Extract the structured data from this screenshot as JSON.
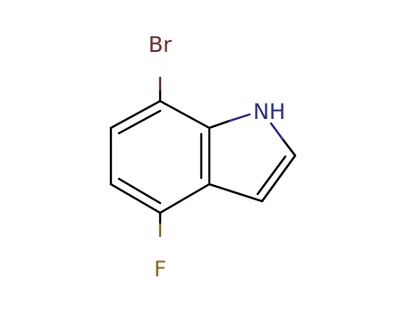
{
  "molecule": {
    "atoms": {
      "bromine": {
        "label": "Br",
        "color": "#6b2d2d"
      },
      "nitrogen": {
        "label": "NH",
        "color": "#2b2a8c"
      },
      "fluorine": {
        "label": "F",
        "color": "#8a6a1e"
      }
    },
    "bond_color": "#000000"
  }
}
